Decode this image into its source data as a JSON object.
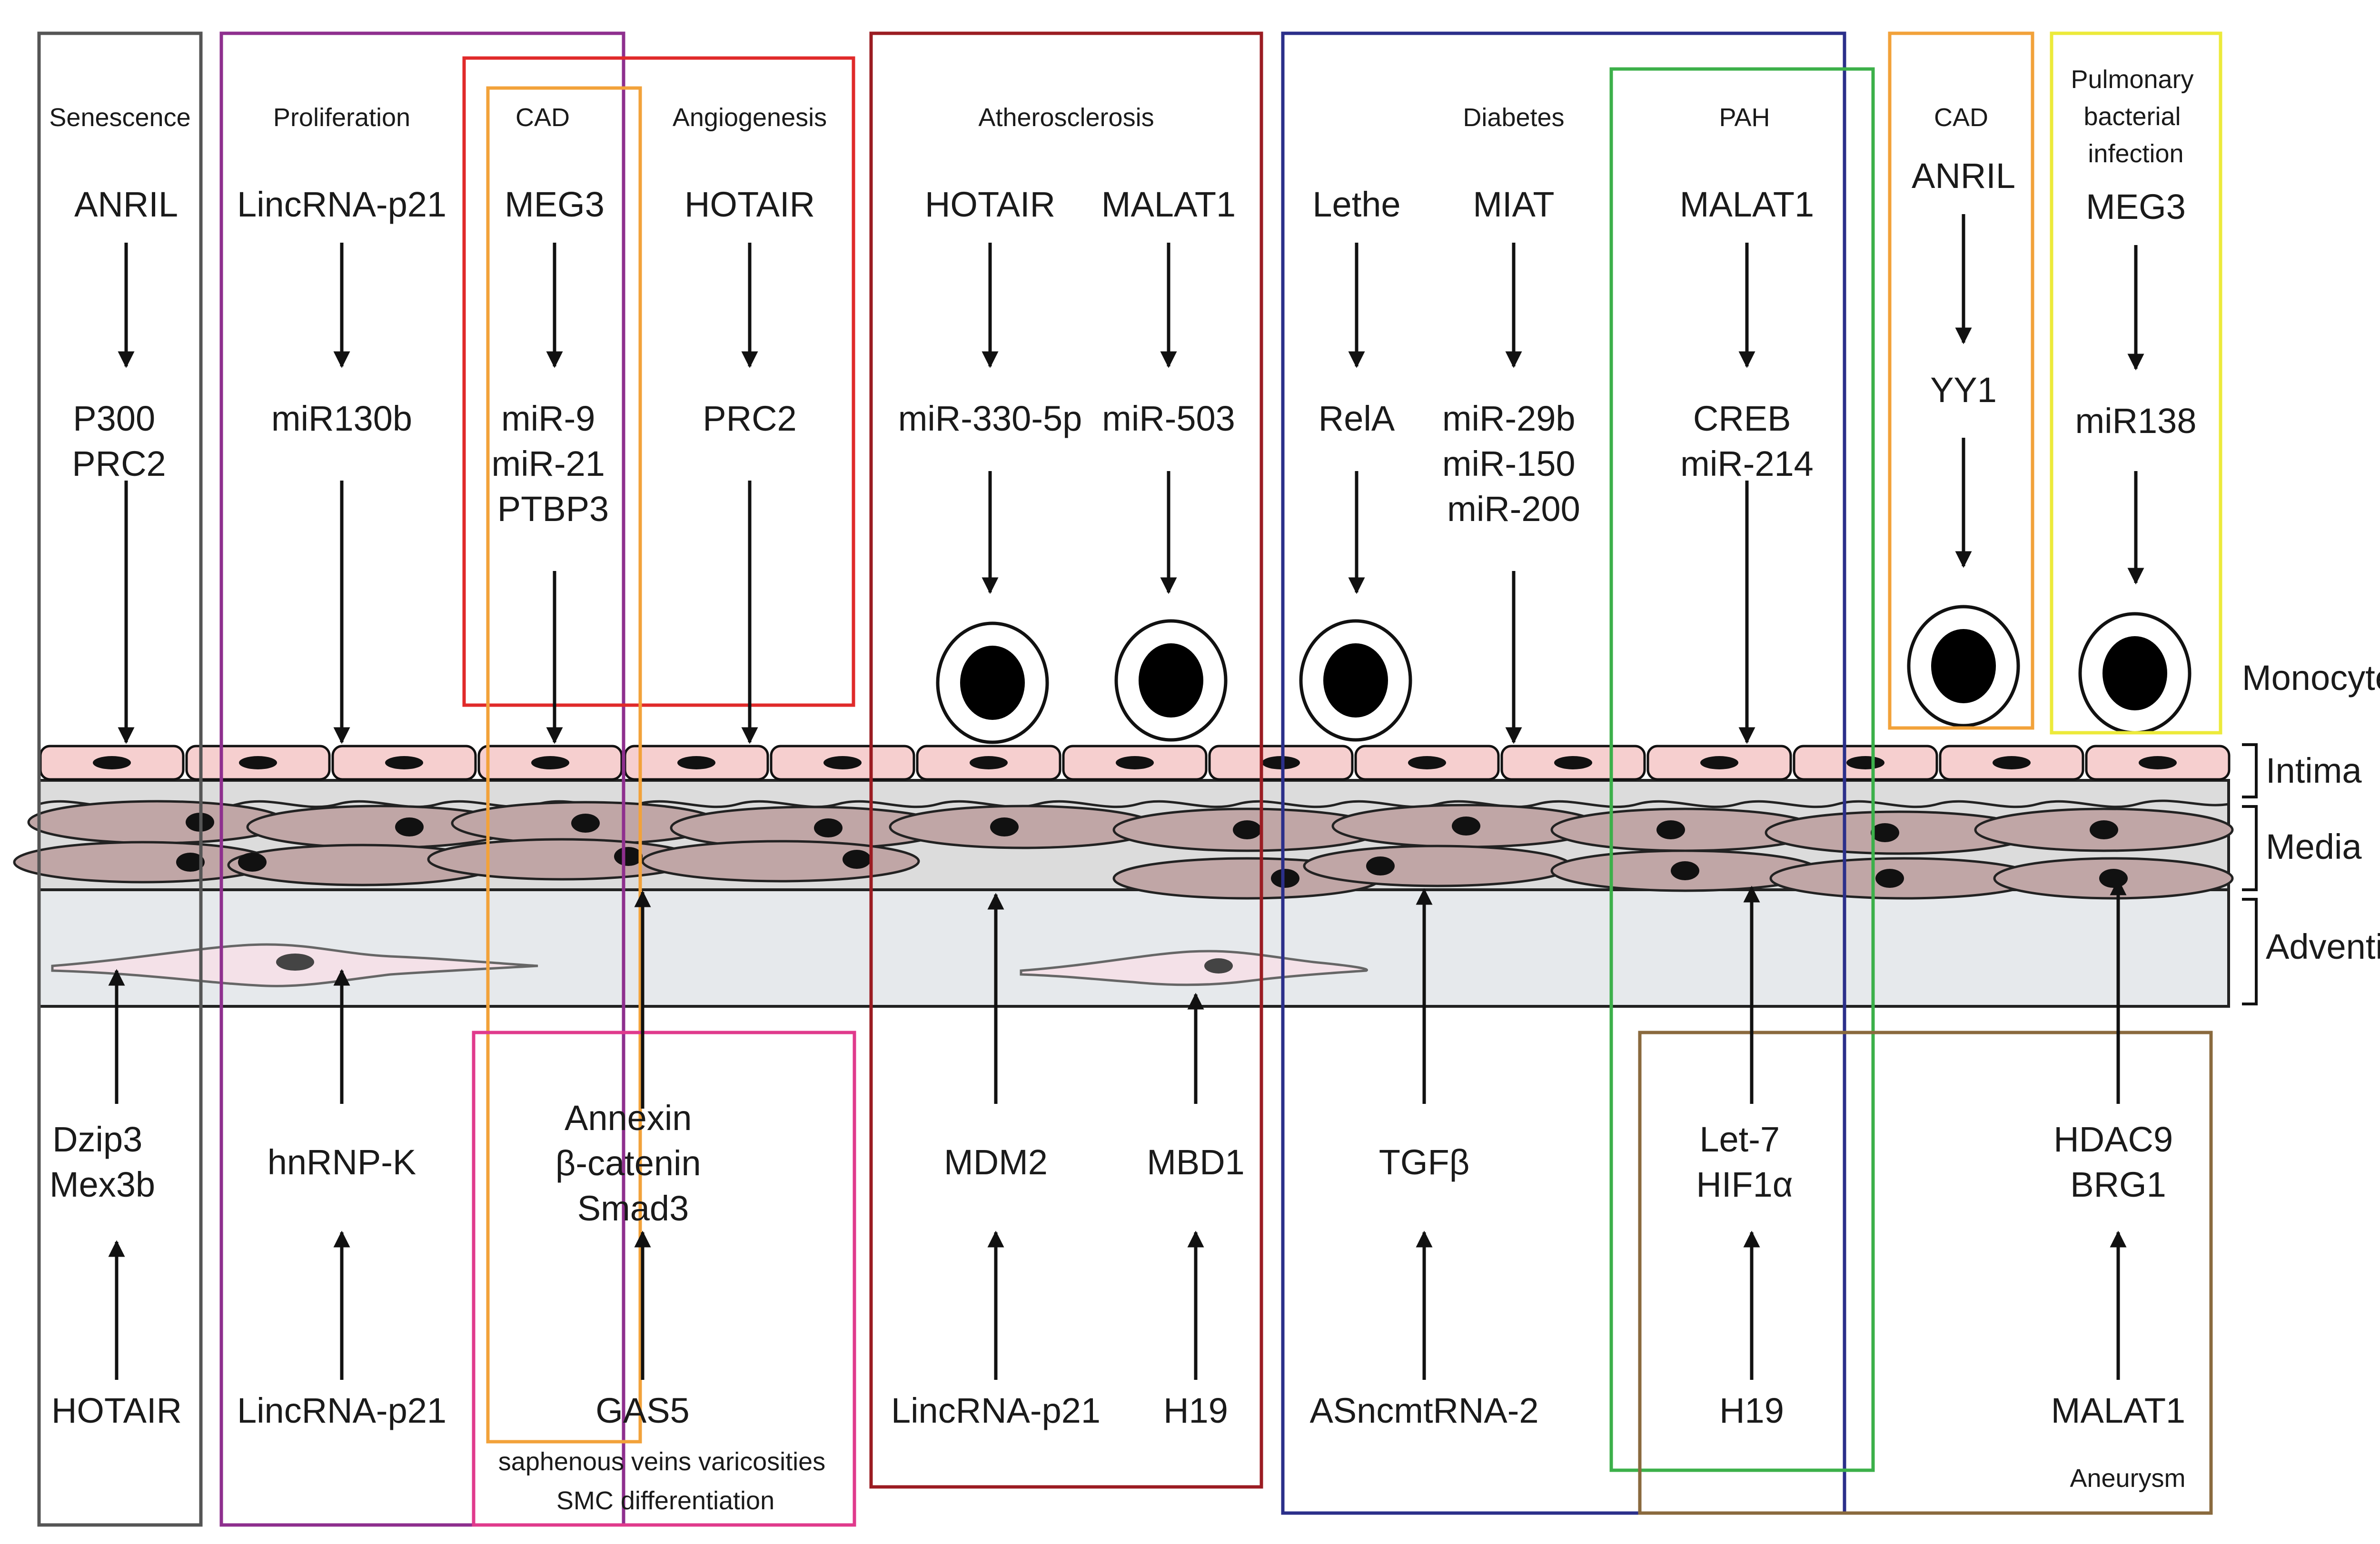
{
  "colors": {
    "senescence": "#555555",
    "proliferation": "#8e2f8e",
    "cad_red": "#e02a2a",
    "cad_orange": "#f2a23a",
    "atherosclerosis": "#9b1c22",
    "diabetes": "#2b2f8a",
    "pah": "#3cb04a",
    "cad_right": "#f2a23a",
    "pulmonary": "#ecea3a",
    "saphenous": "#e03a8c",
    "aneurysm": "#8a6a3e",
    "endothelium": "#f6cfcf",
    "smc": "#c0a6a6",
    "media_bg": "#dcdcdc",
    "adventitia_bg": "#e6e9ec"
  },
  "layers": {
    "monocytes": "Monocytes",
    "intima": "Intima",
    "media": "Media",
    "adventitia": "Adventitia"
  },
  "top": {
    "senescence": {
      "header": "Senescence",
      "lnc": "ANRIL",
      "targets": [
        "P300",
        "PRC2"
      ]
    },
    "proliferation": {
      "header": "Proliferation",
      "lnc": "LincRNA-p21",
      "targets": [
        "miR130b"
      ]
    },
    "cad": {
      "header": "CAD",
      "lnc": "MEG3",
      "targets": [
        "miR-9",
        "miR-21",
        "PTBP3"
      ]
    },
    "angiogenesis": {
      "header": "Angiogenesis",
      "lnc": "HOTAIR",
      "targets": [
        "PRC2"
      ]
    },
    "atherosclerosis": {
      "header": "Atherosclerosis",
      "a": {
        "lnc": "HOTAIR",
        "targets": [
          "miR-330-5p"
        ]
      },
      "b": {
        "lnc": "MALAT1",
        "targets": [
          "miR-503"
        ]
      }
    },
    "diabetes": {
      "header": "Diabetes",
      "a": {
        "lnc": "Lethe",
        "targets": [
          "RelA"
        ]
      },
      "b": {
        "lnc": "MIAT",
        "targets": [
          "miR-29b",
          "miR-150",
          "miR-200"
        ]
      }
    },
    "pah": {
      "header": "PAH",
      "lnc": "MALAT1",
      "targets": [
        "CREB",
        "miR-214"
      ]
    },
    "cad2": {
      "header": "CAD",
      "lnc": "ANRIL",
      "targets": [
        "YY1"
      ]
    },
    "pulmonary": {
      "header": [
        "Pulmonary",
        "bacterial",
        "infection"
      ],
      "lnc": "MEG3",
      "targets": [
        "miR138"
      ]
    }
  },
  "bottom": {
    "c1": {
      "lnc": "HOTAIR",
      "targets": [
        "Dzip3",
        "Mex3b"
      ]
    },
    "c2": {
      "lnc": "LincRNA-p21",
      "targets": [
        "hnRNP-K"
      ]
    },
    "c3": {
      "lnc": "GAS5",
      "targets": [
        "Annexin",
        "β-catenin",
        "Smad3"
      ],
      "note": [
        "saphenous veins varicosities",
        "SMC differentiation"
      ]
    },
    "c4": {
      "lnc": "LincRNA-p21",
      "targets": [
        "MDM2"
      ]
    },
    "c5": {
      "lnc": "H19",
      "targets": [
        "MBD1"
      ]
    },
    "c6": {
      "lnc": "ASncmtRNA-2",
      "targets": [
        "TGFβ"
      ]
    },
    "c7": {
      "lnc": "H19",
      "targets": [
        "Let-7",
        "HIF1α"
      ]
    },
    "c8": {
      "lnc": "MALAT1",
      "targets": [
        "HDAC9",
        "BRG1"
      ],
      "note": "Aneurysm"
    }
  }
}
